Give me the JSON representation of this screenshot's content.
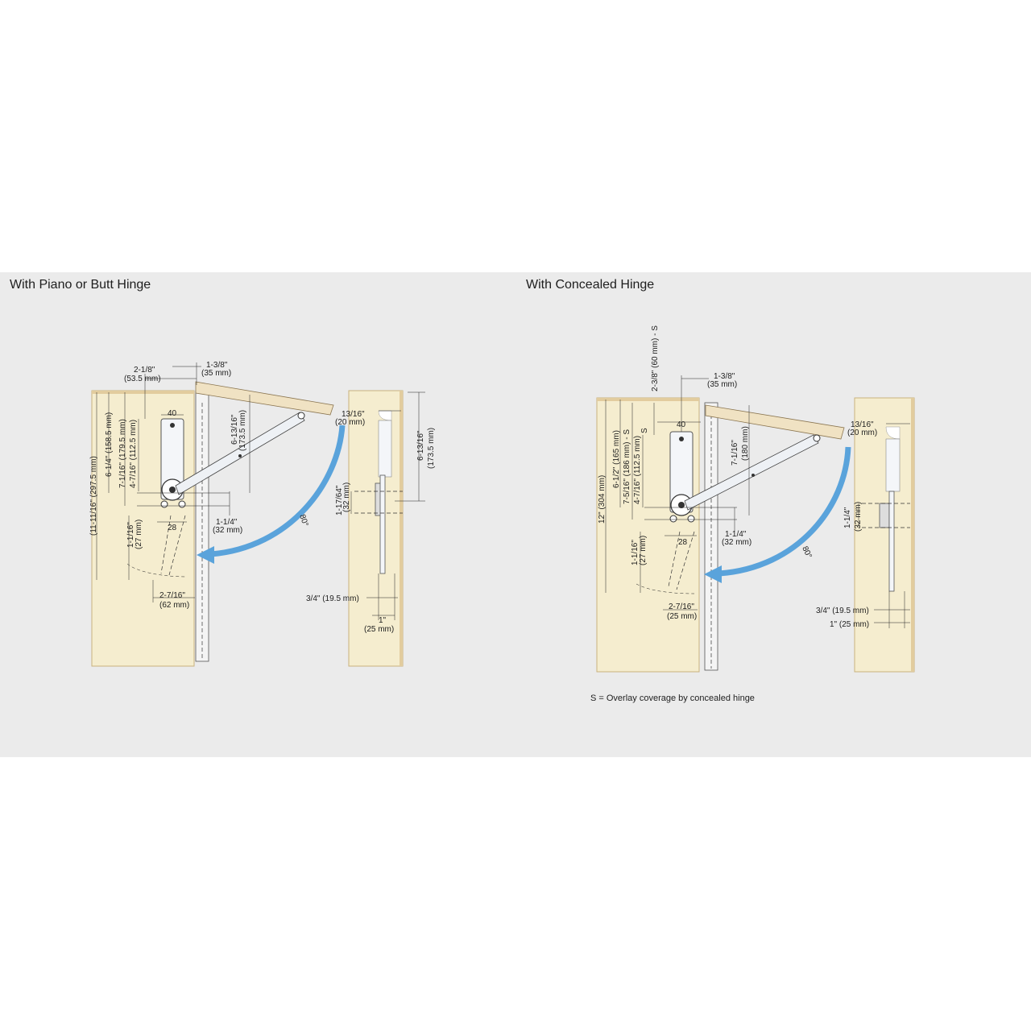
{
  "panels": {
    "left_title": "With Piano or Butt Hinge",
    "right_title": "With Concealed Hinge"
  },
  "left": {
    "d_2_1_8": "2-1/8\"",
    "d_53_5": "(53.5 mm)",
    "d_1_3_8": "1-3/8\"",
    "d_35": "(35 mm)",
    "d_40": "40",
    "d_11_11_16": "(11-11/16\" (297.5 mm)",
    "d_6_1_4": "6-1/4\" (158.5 mm)",
    "d_7_1_16": "7-1/16\" (179.5 mm)",
    "d_4_7_16": "4-7/16\" (112.5 mm)",
    "d_6_13_16": "6-13/16\"",
    "d_173_5": "(173.5 mm)",
    "d_28": "28",
    "d_1_1_16": "1-1/16\"",
    "d_27": "(27 mm)",
    "d_1_1_4": "1-1/4\"",
    "d_32": "(32 mm)",
    "d_2_7_16": "2-7/16\"",
    "d_62": "(62 mm)",
    "angle": "80°",
    "d_13_16": "13/16\"",
    "d_20": "(20 mm)",
    "d_6_13_16_b": "6-13/16\"",
    "d_173_5_b": "(173.5 mm)",
    "d_1_17_64": "1-17/64\"",
    "d_32_b": "(32 mm)",
    "d_3_4": "3/4\" (19.5 mm)",
    "d_1": "1\"",
    "d_25": "(25 mm)"
  },
  "right": {
    "d_2_3_8": "2-3/8\" (60 mm) - S",
    "d_1_3_8": "1-3/8\"",
    "d_35": "(35 mm)",
    "d_S": "S",
    "d_40": "40",
    "d_12": "12\" (304 mm)",
    "d_6_1_2": "6-1/2\" (165 mm)",
    "d_7_5_16": "7-5/16\" (186 mm) - S",
    "d_4_7_16": "4-7/16\" (112.5 mm)",
    "d_7_1_16": "7-1/16\"",
    "d_180": "(180 mm)",
    "d_28": "28",
    "d_1_1_16": "1-1/16\"",
    "d_27": "(27 mm)",
    "d_1_1_4": "1-1/4\"",
    "d_32": "(32 mm)",
    "d_2_7_16": "2-7/16\"",
    "d_25": "(25 mm)",
    "angle": "80°",
    "d_13_16": "13/16\"",
    "d_20": "(20 mm)",
    "d_1_1_4_b": "1-1/4\"",
    "d_32_b": "(32 mm)",
    "d_3_4": "3/4\" (19.5 mm)",
    "d_1": "1\" (25 mm)",
    "note": "S = Overlay coverage by concealed hinge"
  },
  "colors": {
    "background": "#ebebeb",
    "wood": "#f5edcf",
    "arrow": "#5aa3db"
  }
}
